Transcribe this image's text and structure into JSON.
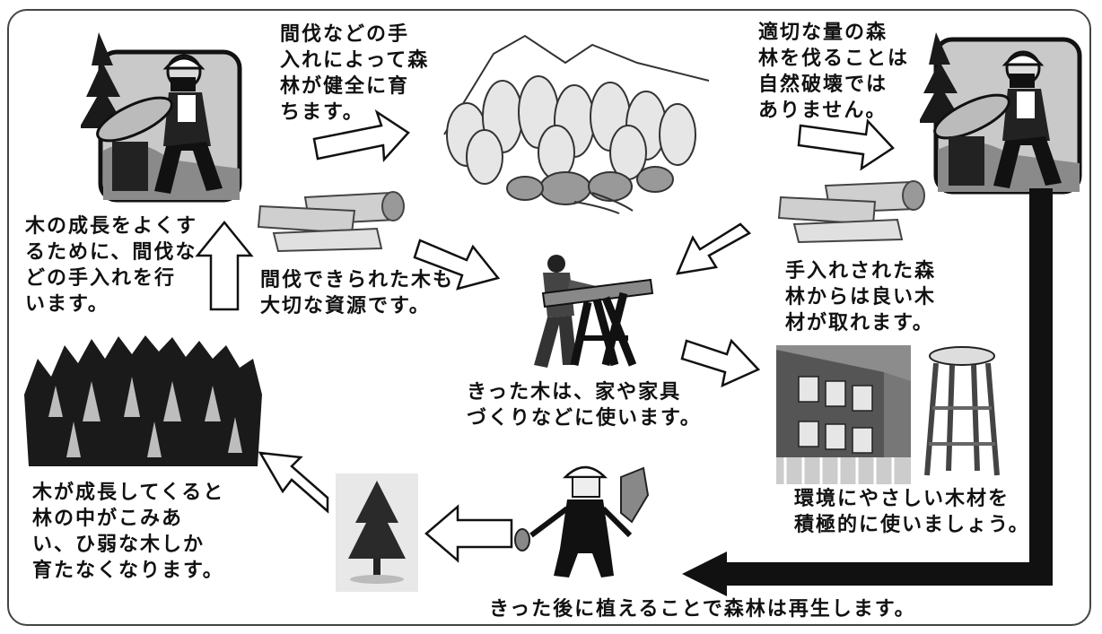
{
  "captions": {
    "thinning_grows": "間伐などの手\n入れによって森\n林が健全に育\nちます。",
    "proper_cutting": "適切な量の森\n林を伐ることは\n自然破壊では\nありません。",
    "do_thinning": "木の成長をよくす\nるために、間伐な\nどの手入れを行\nいます。",
    "thinned_wood": "間伐できられた木も\n大切な資源です。",
    "good_timber": "手入れされた森\n林からは良い木\n材が取れます。",
    "use_wood": "きった木は、家や家具\nづくりなどに使います。",
    "eco_wood": "環境にやさしい木材を\n積極的に使いましょう。",
    "crowded_forest": "木が成長してくると\n林の中がこみあ\nい、ひ弱な木しか\n育たなくなります。",
    "replant": "きった後に植えることで森林は再生します。"
  }
}
